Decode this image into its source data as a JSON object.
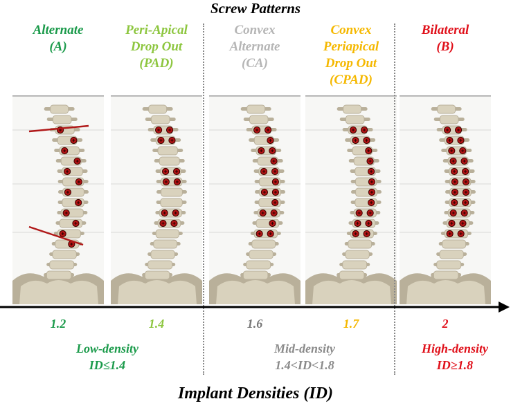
{
  "title": "Screw Patterns",
  "footer_title": "Implant Densities (ID)",
  "patterns": [
    {
      "line1": "Alternate",
      "line2": "(A)",
      "line3": "",
      "line4": "",
      "color": "#1a9a4a",
      "id_value": "1.2"
    },
    {
      "line1": "Peri-Apical",
      "line2": "Drop Out",
      "line3": "(PAD)",
      "line4": "",
      "color": "#8dc63f",
      "id_value": "1.4"
    },
    {
      "line1": "Convex",
      "line2": "Alternate",
      "line3": "(CA)",
      "line4": "",
      "color": "#b5b5b5",
      "id_value": "1.6"
    },
    {
      "line1": "Convex",
      "line2": "Periapical",
      "line3": "Drop Out",
      "line4": "(CPAD)",
      "color": "#f5b800",
      "id_value": "1.7"
    },
    {
      "line1": "Bilateral",
      "line2": "(B)",
      "line3": "",
      "line4": "",
      "color": "#e0101a",
      "id_value": "2"
    }
  ],
  "id_value_colors": [
    "#1a9a4a",
    "#8dc63f",
    "#777777",
    "#f5b800",
    "#e0101a"
  ],
  "categories": [
    {
      "name": "Low-density",
      "range": "ID≤1.4",
      "color": "#1a9a4a"
    },
    {
      "name": "Mid-density",
      "range": "1.4<ID<1.8",
      "color": "#8a8a8a"
    },
    {
      "name": "High-density",
      "range": "ID≥1.8",
      "color": "#e0101a"
    }
  ],
  "icons": {
    "spine": "spine-illustration-icon",
    "screw": "screw-marker-icon",
    "arrow": "axis-arrow-icon"
  },
  "colors": {
    "bone": "#d9d2bd",
    "bone_shadow": "#b9b09a",
    "screw": "#b11414",
    "level_line": "#b01818"
  }
}
